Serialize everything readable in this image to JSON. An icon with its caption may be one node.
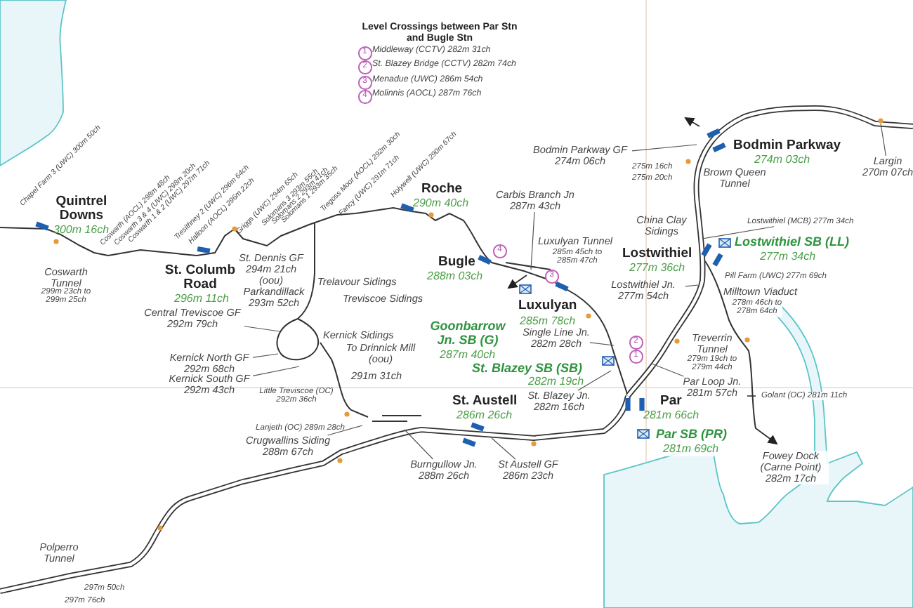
{
  "diagram": {
    "nodes": [
      {
        "text": [
          "Bodmin Parkway GF 274m 06ch"
        ]
      },
      {
        "text": [
          "Lostwithiel (MCB) 277m 34ch"
        ]
      },
      {
        "text": [
          "Lostwithiel Jn. 277m 54ch"
        ]
      },
      {
        "text": [
          "Carbis Branch Jn 287m 43ch"
        ]
      },
      {
        "text": [
          "Single Line Jn. 282m 28ch"
        ]
      },
      {
        "text": [
          "St. Blazey Jn. 282m 16ch"
        ]
      },
      {
        "text": [
          "Par Loop Jn. 281m 57ch"
        ]
      },
      {
        "text": [
          "Central Treviscoe GF 292m 79ch"
        ]
      },
      {
        "text": [
          "Kernick North GF 292m 68ch"
        ]
      },
      {
        "text": [
          "Kernick South GF 292m 43ch"
        ]
      },
      {
        "text": [
          "Crugwallins Siding 288m 67ch"
        ]
      },
      {
        "text": [
          "Burngullow Jn. 288m 26ch"
        ]
      },
      {
        "text": [
          "St Austell GF 286m 23ch"
        ]
      },
      {
        "text": [
          "Largin 270m 07ch"
        ]
      }
    ],
    "edges": [
      {
        "from": 0,
        "to": null,
        "arrow": "none"
      },
      {
        "from": 1,
        "to": null,
        "arrow": "none"
      },
      {
        "from": 2,
        "to": null,
        "arrow": "none"
      },
      {
        "from": 3,
        "to": null,
        "arrow": "none"
      },
      {
        "from": 4,
        "to": null,
        "arrow": "none"
      },
      {
        "from": 5,
        "to": null,
        "arrow": "none"
      },
      {
        "from": 6,
        "to": null,
        "arrow": "none"
      },
      {
        "from": 7,
        "to": null,
        "arrow": "none"
      },
      {
        "from": 8,
        "to": null,
        "arrow": "none"
      },
      {
        "from": 9,
        "to": null,
        "arrow": "none"
      },
      {
        "from": 10,
        "to": null,
        "arrow": "none"
      },
      {
        "from": 11,
        "to": null,
        "arrow": "none"
      },
      {
        "from": 12,
        "to": null,
        "arrow": "none"
      },
      {
        "from": 13,
        "to": null,
        "arrow": "none"
      }
    ],
    "labels": [
      "Level Crossings between Par Stn and Bugle Stn",
      "1",
      "Middleway (CCTV) 282m 31ch",
      "2",
      "St. Blazey Bridge (CCTV) 282m 74ch",
      "3",
      "Menadue (UWC) 286m 54ch",
      "4",
      "Molinnis (AOCL) 287m 76ch",
      "Chapel Farm 3 (UWC) 300m 50ch",
      "Coswarth (AOCL) 298m 48ch",
      "Coswarth 3 & 4 (UWC) 298m 20ch",
      "Coswarth 1 & 2 (UWC) 297m 71ch",
      "Tresithney 2 (UWC) 296m 64ch",
      "Halloon (AOCL) 296m 22ch",
      "Griggs (UWC) 294m 65ch",
      "Solomans 3 293m 55ch",
      "Solomans 2 293m 41ch",
      "Solomans 1 293m 35ch",
      "Tregoss Moor (AOCL) 292m 30ch",
      "Fancy (UWC) 291m 71ch",
      "Holywell (UWC) 290m 67ch",
      "Quintrel Downs",
      "300m 16ch",
      "St. Columb Road",
      "296m 11ch",
      "Roche",
      "290m 40ch",
      "Bugle",
      "288m 03ch",
      "Luxulyan",
      "285m 78ch",
      "Goonbarrow Jn. SB (G)",
      "287m 40ch",
      "St. Blazey SB (SB)",
      "282m 19ch",
      "St. Austell",
      "286m 26ch",
      "Par",
      "281m 66ch",
      "Par SB (PR)",
      "281m 69ch",
      "Lostwithiel",
      "277m 36ch",
      "Lostwithiel SB (LL)",
      "277m 34ch",
      "Bodmin Parkway",
      "274m 03ch",
      "Coswarth Tunnel",
      "299m 23ch to 299m 25ch",
      "St. Dennis GF 294m 21ch (oou)",
      "Parkandillack 293m 52ch",
      "Trelavour Sidings",
      "Treviscoe Sidings",
      "Kernick Sidings",
      "To Drinnick Mill (oou)",
      "291m 31ch",
      "Little Treviscoe (OC) 292m 36ch",
      "Lanjeth (OC) 289m 28ch",
      "Luxulyan Tunnel",
      "285m 45ch to 285m 47ch",
      "China Clay Sidings",
      "Pill Farm (UWC) 277m 69ch",
      "Milltown Viaduct",
      "278m 46ch to 278m 64ch",
      "Treverrin Tunnel",
      "279m 19ch to 279m 44ch",
      "Golant (OC) 281m 11ch",
      "Fowey Dock (Carne Point) 282m 17ch",
      "275m 16ch",
      "275m 20ch",
      "Brown Queen Tunnel",
      "Polperro Tunnel",
      "297m 50ch",
      "297m 76ch",
      "4",
      "3",
      "2",
      "1"
    ]
  }
}
